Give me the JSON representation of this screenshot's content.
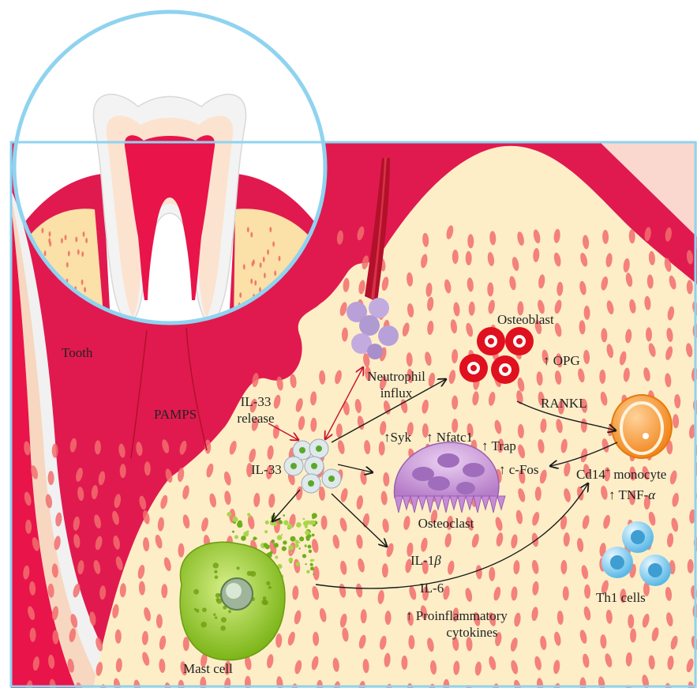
{
  "labels": {
    "tooth": "Tooth",
    "pamps": "PAMPS",
    "il33_release_1": "IL-33",
    "il33_release_2": "release",
    "il33": "IL-33",
    "neutrophil_1": "Neutrophil",
    "neutrophil_2": "influx",
    "osteoblast": "Osteoblast",
    "opg": "↑ OPG",
    "rankl": "RANKL",
    "syk": "↑Syk",
    "nfatc1": "↑ Nfatc1",
    "trap": "↑ Trap",
    "cfos": "↑ c-Fos",
    "osteoclast": "Osteoclast",
    "cd14_main": "Cd14",
    "cd14_sup": "+",
    "cd14_rest": " monocyte",
    "tnf_prefix": "↑ TNF-",
    "tnf_alpha": "α",
    "il1_prefix": "IL-1",
    "il1_beta": "β",
    "il6": "IL-6",
    "proinflam_1": "↑ Proinflammatory",
    "proinflam_2": "cytokines",
    "th1": "Th1 cells",
    "mast_cell": "Mast cell"
  },
  "colors": {
    "gum": "#e01a4f",
    "bone": "#fdeec8",
    "bone_dots": "#f26d6d",
    "circle_border": "#8fd3f0",
    "pulp": "#e8144a",
    "enamel": "#f4f4f4",
    "dentin": "#fbe3cf",
    "osteoblast": "#e0101e",
    "osteoclast": "#c68cd6",
    "monocyte": "#f39a2a",
    "th1": "#7fcdf0",
    "mast_cell": "#9ccf2a",
    "neutrophil": "#b8a1d8",
    "vessel": "#b3102a",
    "arrow_red": "#c8102e"
  }
}
